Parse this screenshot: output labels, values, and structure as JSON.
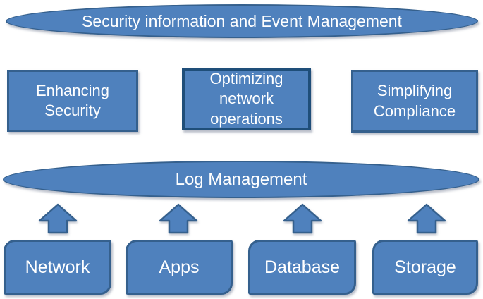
{
  "siem": {
    "title": "Security information and Event Management",
    "benefits": [
      {
        "label": "Enhancing Security"
      },
      {
        "label": "Optimizing network operations"
      },
      {
        "label": "Simplifying Compliance"
      }
    ],
    "log_management": "Log Management",
    "sources": [
      {
        "label": "Network"
      },
      {
        "label": "Apps"
      },
      {
        "label": "Database"
      },
      {
        "label": "Storage"
      }
    ],
    "colors": {
      "shape_fill": "#4f81bd",
      "shape_border": "#35608d",
      "emphasis_border": "#1f4e79",
      "text": "#ffffff",
      "background": "#ffffff"
    }
  }
}
